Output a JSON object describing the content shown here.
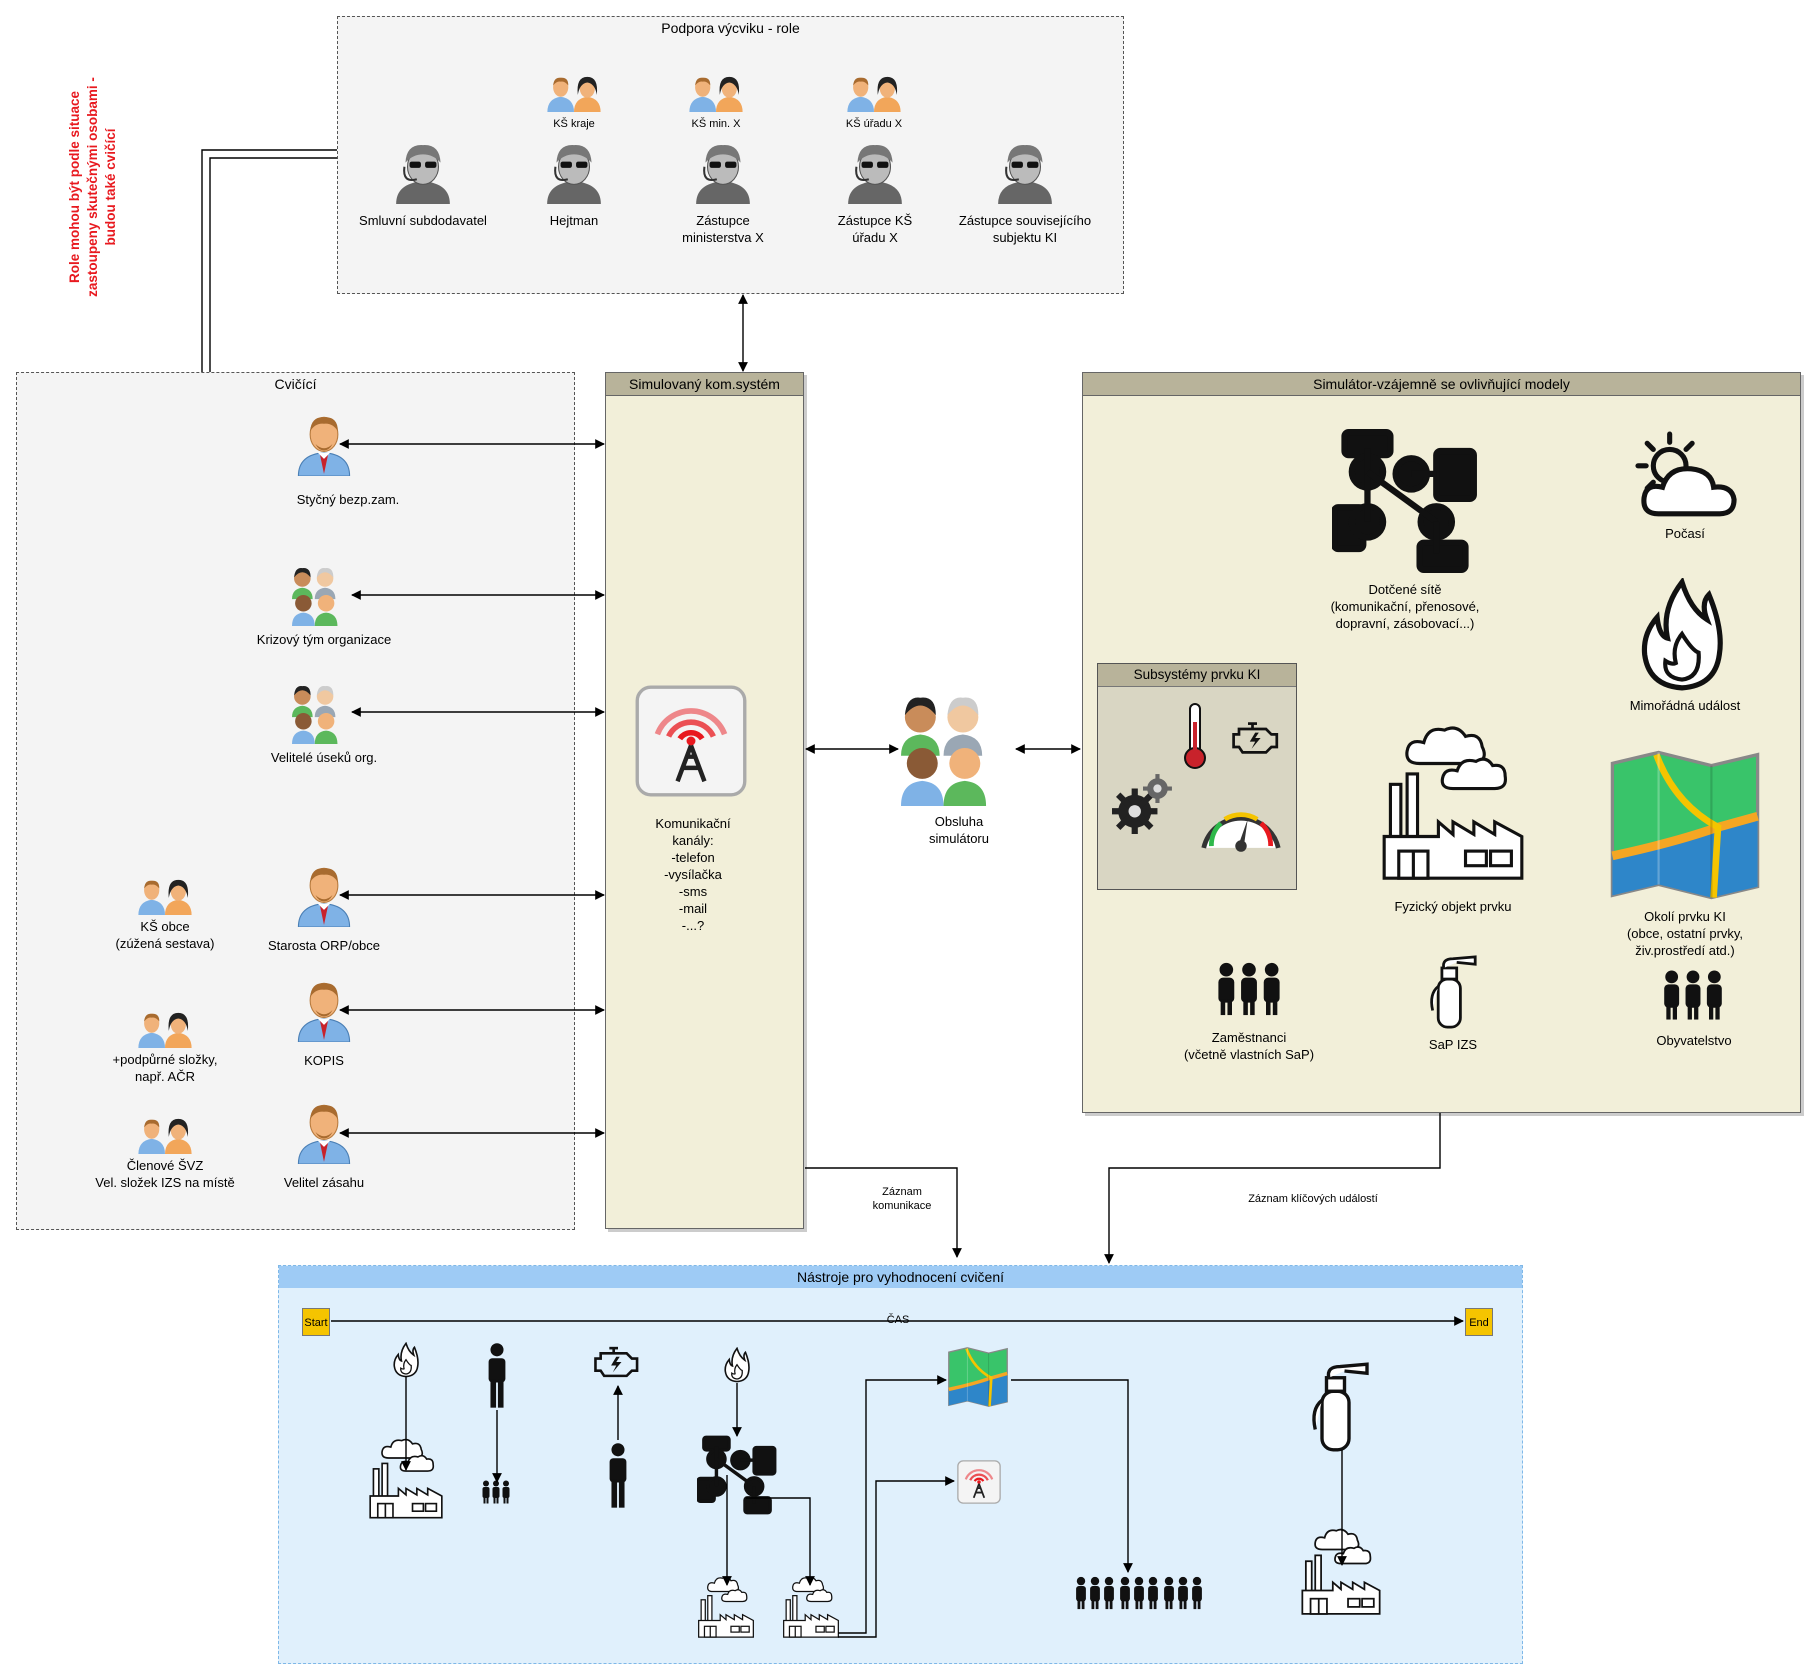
{
  "side_note": "Role mohou být podle situace zastoupeny skutečnými osobami - budou také cvičící",
  "support": {
    "title": "Podpora výcviku - role",
    "pairs": [
      "KŠ kraje",
      "KŠ min. X",
      "KŠ úřadu X"
    ],
    "roles": [
      "Smluvní subdodavatel",
      "Hejtman",
      "Zástupce\nministerstva X",
      "Zástupce KŠ\núřadu X",
      "Zástupce souvisejícího\nsubjektu KI"
    ]
  },
  "trainees": {
    "title": "Cvičící",
    "items": [
      "Styčný bezp.zam.",
      "Krizový tým organizace",
      "Velitelé úseků org.",
      "Starosta ORP/obce",
      "KOPIS",
      "Velitel zásahu"
    ],
    "side_items": [
      "KŠ obce\n(zúžená sestava)",
      "+podpůrné složky,\nnapř. AČR",
      "Členové ŠVZ\nVel. složek IZS na místě"
    ]
  },
  "comm": {
    "title": "Simulovaný kom.systém",
    "channels": "Komunikační\nkanály:\n-telefon\n-vysílačka\n-sms\n-mail\n-...?"
  },
  "operator": "Obsluha\nsimulátoru",
  "simulator": {
    "title": "Simulátor-vzájemně se ovlivňující modely",
    "subsystems_title": "Subsystémy prvku KI",
    "items": {
      "networks": "Dotčené sítě\n(komunikační, přenosové,\ndopravní, zásobovací...)",
      "weather": "Počasí",
      "emergency": "Mimořádná událost",
      "physical": "Fyzický objekt prvku",
      "surroundings": "Okolí prvku KI\n(obce, ostatní prvky,\nživ.prostředí atd.)",
      "employees": "Zaměstnanci\n(včetně vlastních SaP)",
      "rescue": "SaP IZS",
      "population": "Obyvatelstvo"
    }
  },
  "flows": {
    "comm_record": "Záznam\nkomunikace",
    "events_record": "Záznam klíčových událostí"
  },
  "eval": {
    "title": "Nástroje pro vyhodnocení cvičení",
    "start": "Start",
    "end": "End",
    "time": "ČAS"
  },
  "colors": {
    "tan_header": "#b8b39a",
    "tan_fill": "#f2efd9",
    "sub_fill": "#d9d6c3",
    "blue_header": "#9ecbf5",
    "blue_fill": "#e0f0fc",
    "marker": "#f5c400",
    "note_red": "#e8191f"
  }
}
